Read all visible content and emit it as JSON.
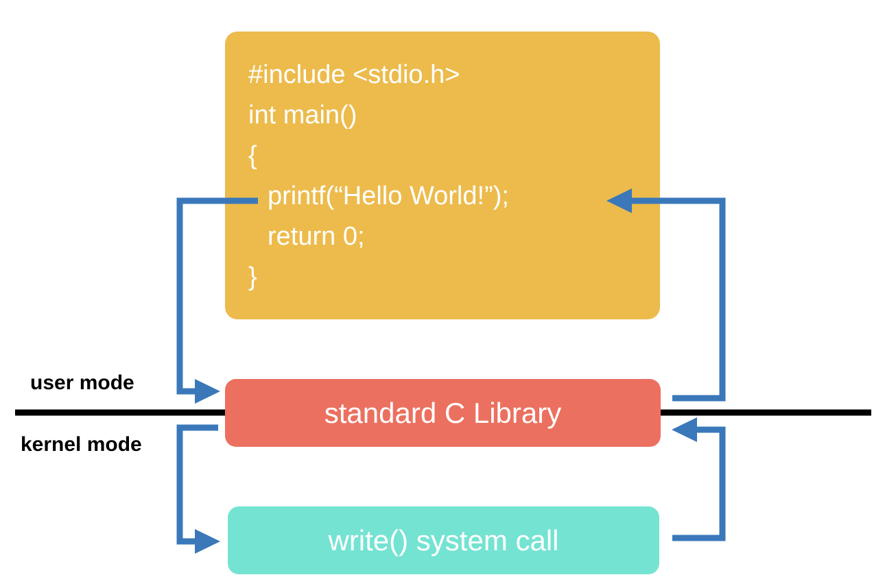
{
  "code": {
    "lines": [
      {
        "text": "#include <stdio.h>",
        "indent": false
      },
      {
        "text": "int main()",
        "indent": false
      },
      {
        "text": "{",
        "indent": false
      },
      {
        "text": "printf(“Hello World!”);",
        "indent": true
      },
      {
        "text": "return 0;",
        "indent": true
      },
      {
        "text": "}",
        "indent": false
      }
    ]
  },
  "library": {
    "label": "standard C Library"
  },
  "syscall": {
    "label": "write() system call"
  },
  "modes": {
    "user": "user mode",
    "kernel": "kernel mode"
  },
  "colors": {
    "code_box": "#ecbb4c",
    "library_box": "#ec705f",
    "syscall_box": "#74e3d2",
    "arrow": "#3a78ba",
    "boundary_line": "#000000"
  }
}
